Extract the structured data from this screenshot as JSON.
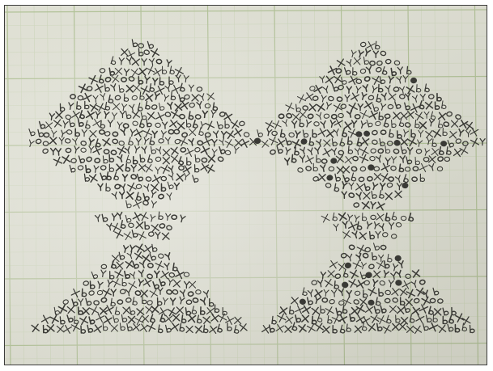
{
  "photo": {
    "subject": "pencil-crochet-chart-on-graph-paper",
    "paper_color": "#dcddd0",
    "grid_color": "#bfc9a8",
    "pencil_color": "#3a3a36",
    "motifs": [
      {
        "id": "left-motif",
        "symbols": [
          "x",
          "b",
          "o",
          "y"
        ]
      },
      {
        "id": "right-motif",
        "symbols": [
          "x",
          "b",
          "o",
          "y",
          "dot"
        ]
      }
    ]
  }
}
